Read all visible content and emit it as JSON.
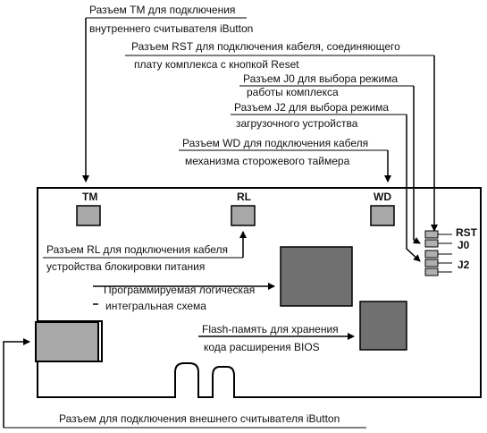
{
  "labels": {
    "tm_line1": "Разъем TM для подключения",
    "tm_line2": "внутреннего считывателя iButton",
    "rst_line1": "Разъем RST для подключения кабеля, соединяющего",
    "rst_line2": "плату комплекса с кнопкой Reset",
    "j0_line1": "Разъем J0 для выбора режима",
    "j0_line2": "работы комплекса",
    "j2_line1": "Разъем J2 для выбора режима",
    "j2_line2": "загрузочного устройства",
    "wd_line1": "Разъем WD для подключения кабеля",
    "wd_line2": "механизма сторожевого таймера",
    "rl_line1": "Разъем RL для подключения кабеля",
    "rl_line2": "устройства блокировки питания",
    "pld_line1": "Программируемая логическая",
    "pld_line2": "интегральная схема",
    "flash_line1": "Flash-память для хранения",
    "flash_line2": "кода расширения BIOS",
    "external": "Разъем для подключения внешнего считывателя iButton"
  },
  "board_labels": {
    "tm": "TM",
    "rl": "RL",
    "wd": "WD",
    "rst": "RST",
    "j0": "J0",
    "j2": "J2"
  }
}
